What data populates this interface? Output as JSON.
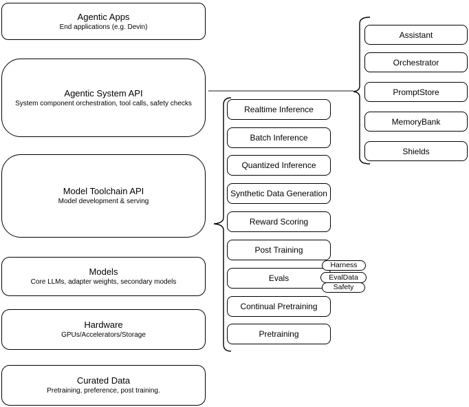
{
  "diagram": {
    "stack": [
      {
        "title": "Agentic Apps",
        "subtitle": "End applications (e.g. Devin)"
      },
      {
        "title": "Agentic System API",
        "subtitle": "System component orchestration, tool calls, safety checks"
      },
      {
        "title": "Model Toolchain API",
        "subtitle": "Model development & serving"
      },
      {
        "title": "Models",
        "subtitle": "Core LLMs, adapter weights, secondary models"
      },
      {
        "title": "Hardware",
        "subtitle": "GPUs/Accelerators/Storage"
      },
      {
        "title": "Curated Data",
        "subtitle": "Pretraining, preference, post training."
      }
    ],
    "toolchain_services": [
      "Realtime Inference",
      "Batch Inference",
      "Quantized Inference",
      "Synthetic Data Generation",
      "Reward Scoring",
      "Post Training",
      "Evals",
      "Continual Pretraining",
      "Pretraining"
    ],
    "eval_tags": [
      "Harness",
      "EvalData",
      "Safety"
    ],
    "system_components": [
      "Assistant",
      "Orchestrator",
      "PromptStore",
      "MemoryBank",
      "Shields"
    ],
    "colors": {
      "stroke": "#000000",
      "connector": "#666666",
      "background": "#ffffff"
    }
  }
}
